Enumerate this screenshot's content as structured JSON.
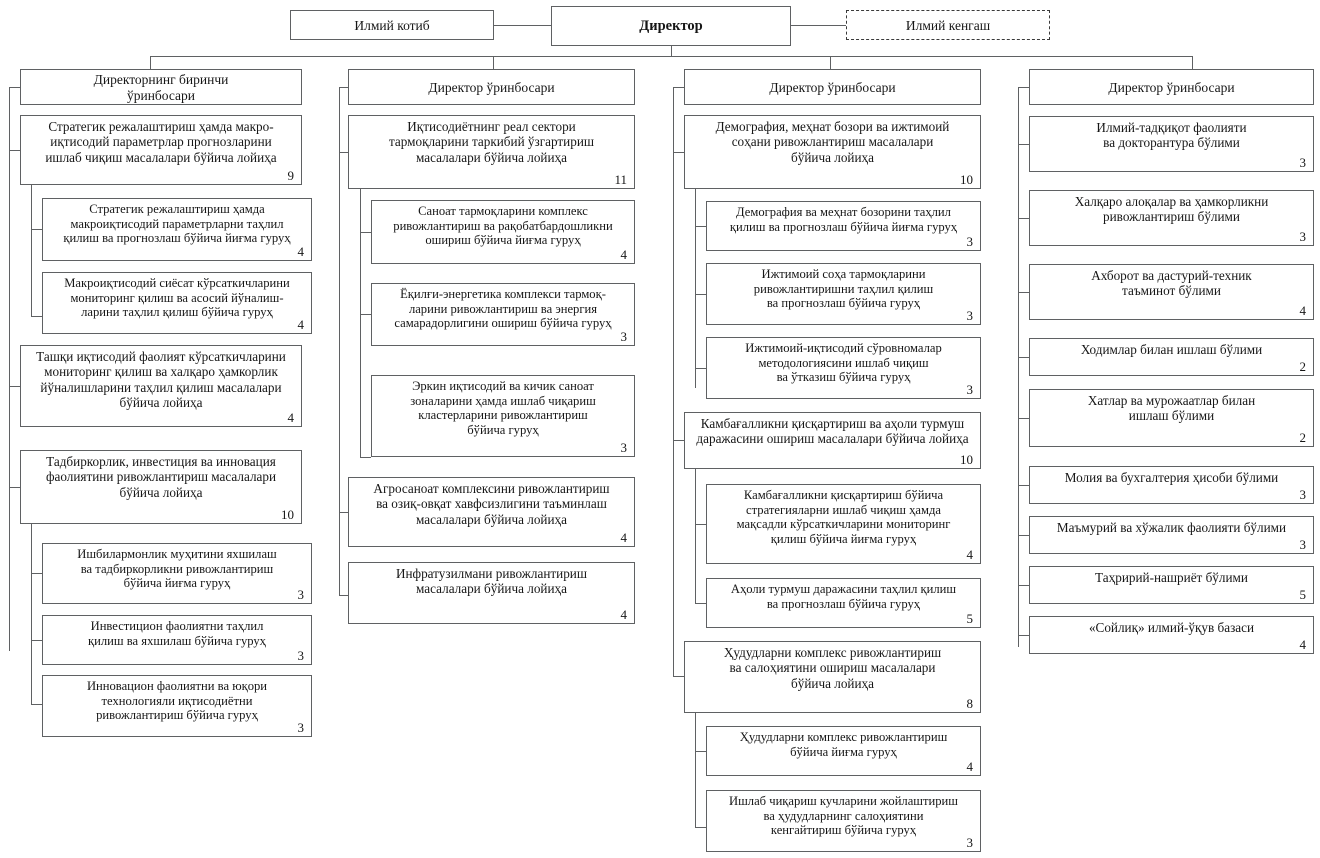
{
  "top": {
    "secretary": {
      "label": "Илмий котиб"
    },
    "director": {
      "label": "Директор"
    },
    "council": {
      "label": "Илмий кенгаш"
    }
  },
  "columns": [
    {
      "head": {
        "label": "Директорнинг биринчи\nўринбосари"
      },
      "nodes": [
        {
          "label": "Стратегик режалаштириш ҳамда макро-\nиқтисодий параметрлар прогнозларини\nишлаб чиқиш масалалари бўйича лойиҳа",
          "count": "9",
          "level": 1
        },
        {
          "label": "Стратегик режалаштириш ҳамда\nмакроиқтисодий параметрларни таҳлил\nқилиш ва прогнозлаш бўйича йиғма гуруҳ",
          "count": "4",
          "level": 2
        },
        {
          "label": "Макроиқтисодий сиёсат кўрсаткичларини\nмониторинг қилиш ва асосий йўналиш-\nларини таҳлил қилиш бўйича гуруҳ",
          "count": "4",
          "level": 2
        },
        {
          "label": "Ташқи иқтисодий фаолият кўрсаткичларини\nмониторинг қилиш ва халқаро ҳамкорлик\nйўналишларини таҳлил қилиш масалалари\nбўйича лойиҳа",
          "count": "4",
          "level": 1
        },
        {
          "label": "Тадбиркорлик, инвестиция ва инновация\nфаолиятини ривожлантириш масалалари\nбўйича лойиҳа",
          "count": "10",
          "level": 1
        },
        {
          "label": "Ишбилармонлик муҳитини яхшилаш\nва тадбиркорликни ривожлантириш\nбўйича йиғма гуруҳ",
          "count": "3",
          "level": 2
        },
        {
          "label": "Инвестицион фаолиятни таҳлил\nқилиш ва яхшилаш бўйича гуруҳ",
          "count": "3",
          "level": 2
        },
        {
          "label": "Инновацион фаолиятни ва юқори\nтехнологияли иқтисодиётни\nривожлантириш бўйича гуруҳ",
          "count": "3",
          "level": 2
        }
      ]
    },
    {
      "head": {
        "label": "Директор ўринбосари"
      },
      "nodes": [
        {
          "label": "Иқтисодиётнинг реал сектори\nтармоқларини таркибий ўзгартириш\nмасалалари бўйича лойиҳа",
          "count": "11",
          "level": 1
        },
        {
          "label": "Саноат тармоқларини комплекс\nривожлантириш ва рақобатбардошликни\nошириш бўйича йиғма гуруҳ",
          "count": "4",
          "level": 2
        },
        {
          "label": "Ёқилғи-энергетика комплекси тармоқ-\nларини ривожлантириш ва энергия\nсамарадорлигини ошириш бўйича гуруҳ",
          "count": "3",
          "level": 2
        },
        {
          "label": "Эркин иқтисодий ва кичик саноат\nзоналарини ҳамда ишлаб чиқариш\nкластерларини ривожлантириш\nбўйича гуруҳ",
          "count": "3",
          "level": 2
        },
        {
          "label": "Агросаноат комплексини ривожлантириш\nва озиқ-овқат хавфсизлигини таъминлаш\nмасалалари бўйича лойиҳа",
          "count": "4",
          "level": 1
        },
        {
          "label": "Инфратузилмани ривожлантириш\nмасалалари бўйича лойиҳа",
          "count": "4",
          "level": 1
        }
      ]
    },
    {
      "head": {
        "label": "Директор ўринбосари"
      },
      "nodes": [
        {
          "label": "Демография, меҳнат бозори ва ижтимоий\nсоҳани ривожлантириш масалалари\nбўйича лойиҳа",
          "count": "10",
          "level": 1
        },
        {
          "label": "Демография ва меҳнат бозорини таҳлил\nқилиш ва прогнозлаш бўйича йиғма гуруҳ",
          "count": "3",
          "level": 2
        },
        {
          "label": "Ижтимоий соҳа тармоқларини\nривожлантиришни таҳлил қилиш\nва прогнозлаш бўйича гуруҳ",
          "count": "3",
          "level": 2
        },
        {
          "label": "Ижтимоий-иқтисодий сўровномалар\nметодологиясини ишлаб чиқиш\nва ўтказиш бўйича гуруҳ",
          "count": "3",
          "level": 2
        },
        {
          "label": "Камбағалликни қисқартириш ва аҳоли турмуш\nдаражасини ошириш масалалари бўйича лойиҳа",
          "count": "10",
          "level": 1
        },
        {
          "label": "Камбағалликни қисқартириш бўйича\nстратегияларни ишлаб чиқиш ҳамда\nмақсадли кўрсаткичларини мониторинг\nқилиш бўйича йиғма гуруҳ",
          "count": "4",
          "level": 2
        },
        {
          "label": "Аҳоли турмуш даражасини таҳлил қилиш\nва прогнозлаш бўйича гуруҳ",
          "count": "5",
          "level": 2
        },
        {
          "label": "Ҳудудларни комплекс ривожлантириш\nва салоҳиятини ошириш масалалари\nбўйича лойиҳа",
          "count": "8",
          "level": 1
        },
        {
          "label": "Ҳудудларни комплекс ривожлантириш\nбўйича йиғма гуруҳ",
          "count": "4",
          "level": 2
        },
        {
          "label": "Ишлаб чиқариш кучларини жойлаштириш\nва ҳудудларнинг салоҳиятини\nкенгайтириш бўйича гуруҳ",
          "count": "3",
          "level": 2
        }
      ]
    },
    {
      "head": {
        "label": "Директор ўринбосари"
      },
      "nodes": [
        {
          "label": "Илмий-тадқиқот фаолияти\nва докторантура бўлими",
          "count": "3",
          "level": 1
        },
        {
          "label": "Халқаро алоқалар ва ҳамкорликни\nривожлантириш бўлими",
          "count": "3",
          "level": 1
        },
        {
          "label": "Ахборот ва дастурий-техник\nтаъминот бўлими",
          "count": "4",
          "level": 1
        },
        {
          "label": "Ходимлар билан ишлаш бўлими",
          "count": "2",
          "level": 1
        },
        {
          "label": "Хатлар ва мурожаатлар билан\nишлаш бўлими",
          "count": "2",
          "level": 1
        },
        {
          "label": "Молия ва бухгалтерия ҳисоби бўлими",
          "count": "3",
          "level": 1
        },
        {
          "label": "Маъмурий ва хўжалик фаолияти бўлими",
          "count": "3",
          "level": 1
        },
        {
          "label": "Таҳририй-нашриёт бўлими",
          "count": "5",
          "level": 1
        },
        {
          "label": "«Сойлиқ» илмий-ўқув базаси",
          "count": "4",
          "level": 1
        }
      ]
    }
  ],
  "colors": {
    "border": "#5f6163",
    "line": "#5f6163",
    "text": "#161616",
    "bg": "#ffffff"
  }
}
